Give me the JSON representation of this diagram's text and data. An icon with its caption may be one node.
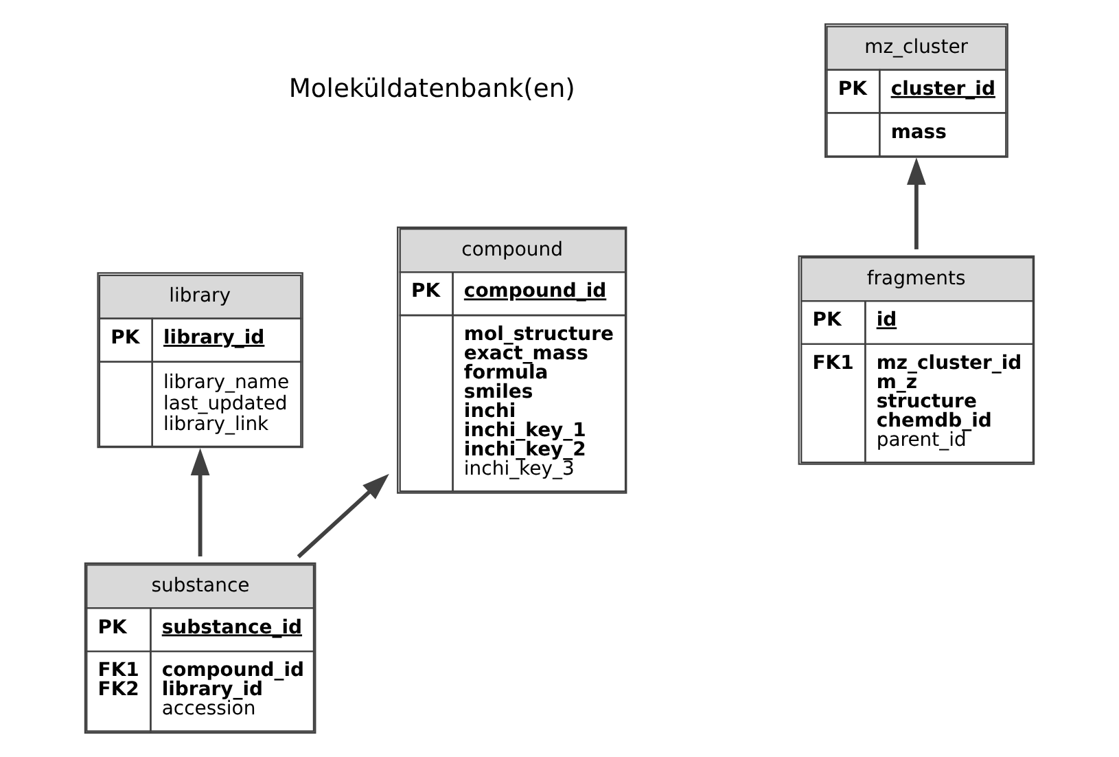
{
  "diagram": {
    "nodes": [
      {
        "text": [
          "library",
          "PK",
          "library_id",
          "library_name last_updated library_link"
        ]
      },
      {
        "text": [
          "compound",
          "PK",
          "compound_id",
          "**mol_structure** **exact_mass** **formula** **smiles** **inchi** **inchi_key_1** **inchi_key_2** inchi_key_3"
        ]
      },
      {
        "text": [
          "substance",
          "PK",
          "substance_id",
          "FK1 FK2",
          "**compound_id** **library_id** accession"
        ]
      },
      {
        "text": [
          "fragments",
          "PK",
          "id",
          "FK1",
          "**mz_cluster_id** **m_z** **structure** **chemdb_id** parent_id"
        ]
      },
      {
        "text": [
          "mz_cluster",
          "PK",
          "cluster_id",
          "mass"
        ]
      }
    ],
    "edges": [
      {
        "from": 2,
        "to": 0,
        "arrow": "to"
      },
      {
        "from": 2,
        "to": 1,
        "arrow": "to"
      },
      {
        "from": 3,
        "to": 4,
        "arrow": "to"
      }
    ],
    "labels": [
      "Moleküldatenbank(en)"
    ]
  }
}
